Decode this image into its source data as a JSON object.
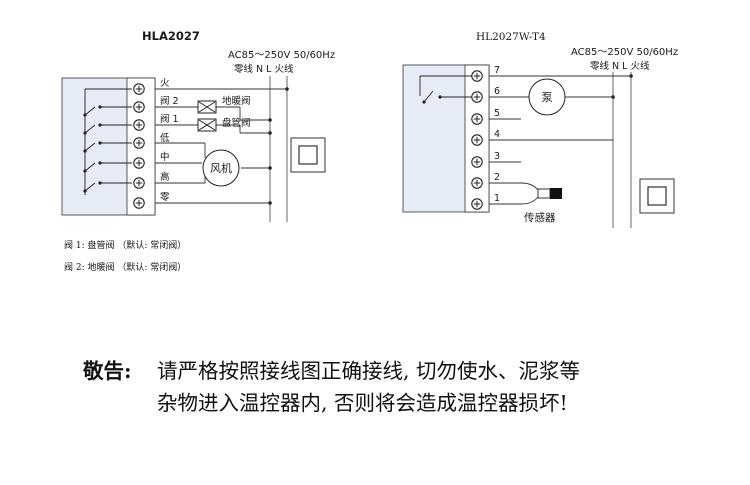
{
  "left": {
    "title": "HLA2027",
    "supply": "AC85～250V   50/60Hz",
    "supply_sub": "零线 N   L 火线",
    "terminals": [
      "火",
      "阀 2",
      "阀 1",
      "低",
      "中",
      "高",
      "零"
    ],
    "valve_labels": [
      "地暖阀",
      "盘管阀"
    ],
    "motor": "风机",
    "notes": [
      "阀 1:  盘管阀  （默认:  常闭阀）",
      "阀 2:  地暖阀  （默认:  常闭阀）"
    ]
  },
  "right": {
    "title": "HL2027W-T4",
    "supply": "AC85～250V   50/60Hz",
    "supply_sub": "零线 N   L 火线",
    "terminals": [
      "7",
      "6",
      "5",
      "4",
      "3",
      "2",
      "1"
    ],
    "pump": "泵",
    "sensor": "传感器"
  },
  "warning": {
    "label": "敬告:",
    "line1": "请严格按照接线图正确接线, 切勿使水、泥浆等",
    "line2": "杂物进入温控器内, 否则将会造成温控器损坏!"
  }
}
